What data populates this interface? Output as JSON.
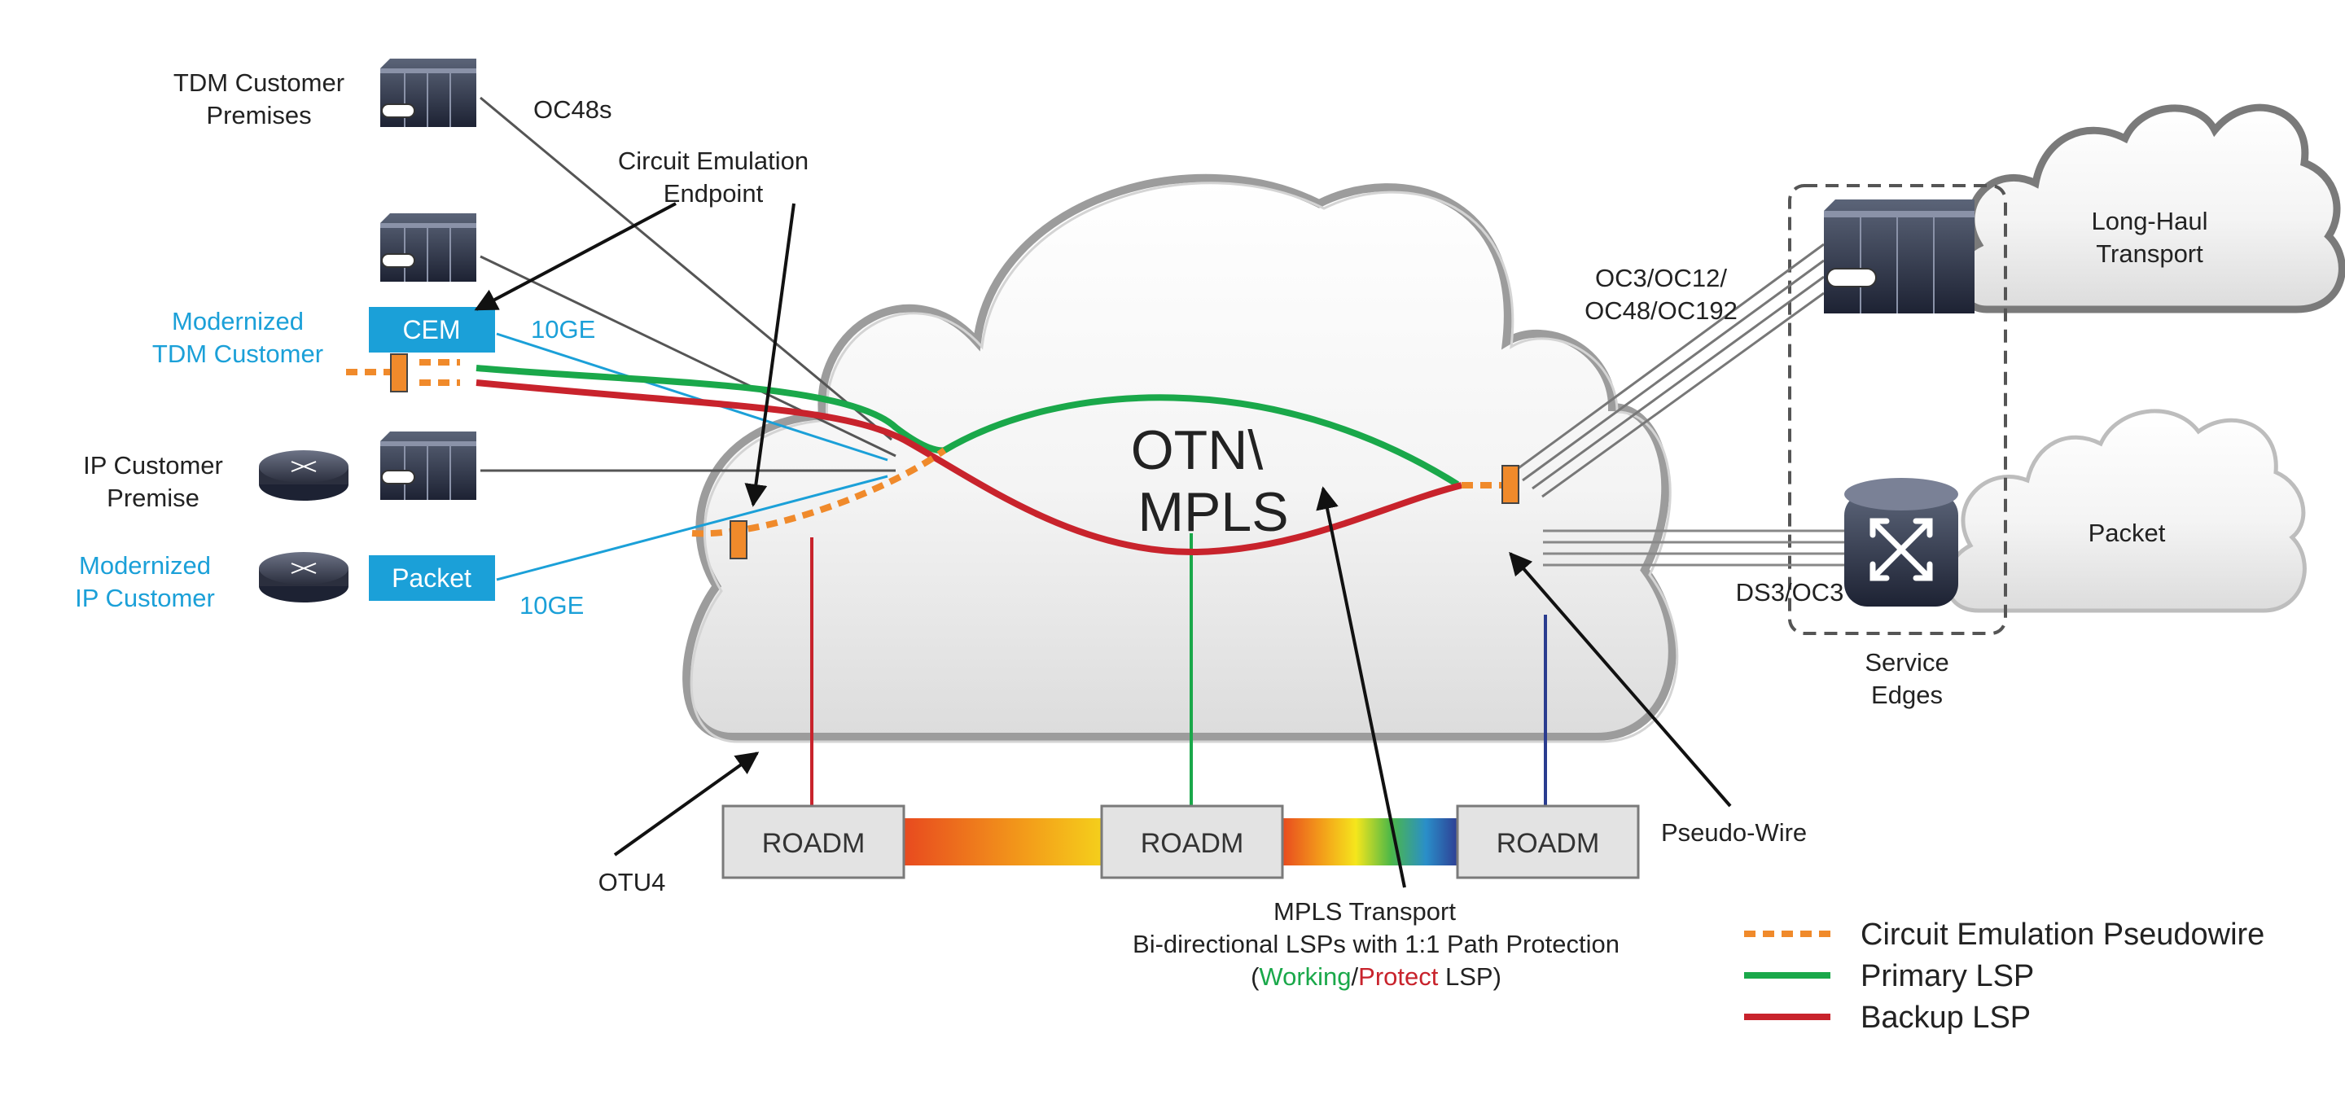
{
  "diagram": {
    "cloud_main_title_line1": "OTN\\",
    "cloud_main_title_line2": "MPLS",
    "left": {
      "tdm_customer_premises_line1": "TDM Customer",
      "tdm_customer_premises_line2": "Premises",
      "oc48s": "OC48s",
      "modernized_tdm_line1": "Modernized",
      "modernized_tdm_line2": "TDM Customer",
      "cem_box": "CEM",
      "ten_ge_top": "10GE",
      "ip_customer_line1": "IP Customer",
      "ip_customer_line2": "Premise",
      "modernized_ip_line1": "Modernized",
      "modernized_ip_line2": "IP Customer",
      "packet_box": "Packet",
      "ten_ge_bottom": "10GE"
    },
    "callouts": {
      "circuit_emulation_line1": "Circuit Emulation",
      "circuit_emulation_line2": "Endpoint",
      "otu4": "OTU4",
      "pseudo_wire": "Pseudo-Wire"
    },
    "roadms": [
      "ROADM",
      "ROADM",
      "ROADM"
    ],
    "right": {
      "oc_line1": "OC3/OC12/",
      "oc_line2": "OC48/OC192",
      "ds3_oc3": "DS3/OC3",
      "long_haul_line1": "Long-Haul",
      "long_haul_line2": "Transport",
      "packet_cloud": "Packet",
      "service_edges_line1": "Service",
      "service_edges_line2": "Edges"
    },
    "caption": {
      "line1": "MPLS Transport",
      "line2": "Bi-directional LSPs with 1:1 Path Protection",
      "line3_open": "(",
      "line3_working": "Working",
      "line3_slash": "/",
      "line3_protect": "Protect",
      "line3_close": " LSP)"
    },
    "legend": [
      {
        "label": "Circuit Emulation Pseudowire",
        "style": "dashed",
        "color": "#f08a2b"
      },
      {
        "label": "Primary LSP",
        "style": "solid",
        "color": "#1aa84a"
      },
      {
        "label": "Backup LSP",
        "style": "solid",
        "color": "#c8232c"
      }
    ],
    "colors": {
      "primary": "#1aa84a",
      "backup": "#c8232c",
      "pseudowire": "#f08a2b",
      "accent_blue": "#1ba0d8",
      "dark_blue": "#2a3c8f"
    },
    "icons": [
      "tdm-switch-icon",
      "router-icon",
      "switch-cube-icon",
      "endpoint-icon",
      "cloud-icon"
    ]
  }
}
